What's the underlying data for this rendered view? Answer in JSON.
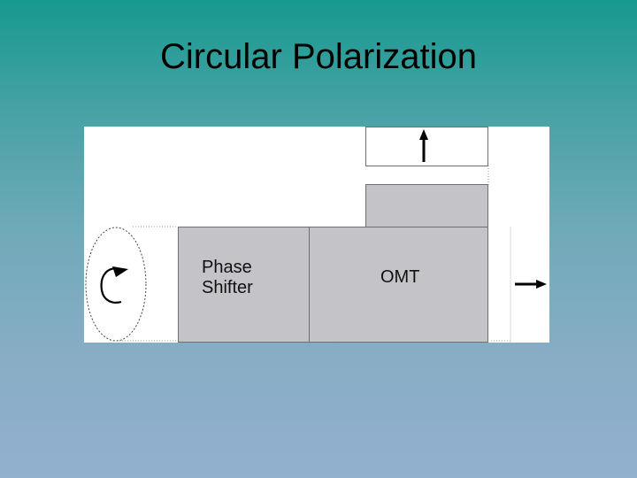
{
  "slide": {
    "title": "Circular Polarization"
  },
  "diagram": {
    "phase_shifter_label": "Phase\nShifter",
    "omt_label": "OMT",
    "input_polarization_icon": "circular-arrow-icon",
    "vertical_output_icon": "arrow-up-icon",
    "horizontal_output_icon": "arrow-right-icon",
    "block_fill": "#c4c4c8",
    "background": "#ffffff"
  }
}
